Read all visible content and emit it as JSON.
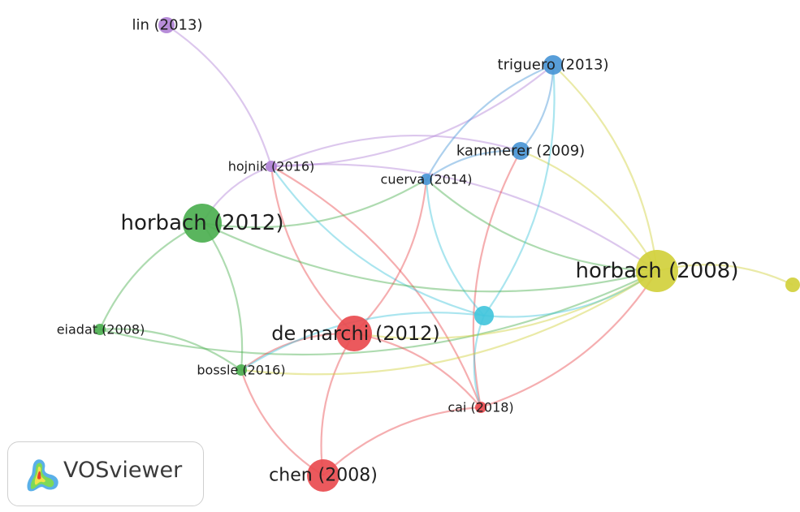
{
  "app": {
    "brand": "VOSviewer",
    "logo_icon": "vosviewer-heatmap-logo-icon"
  },
  "clusters": {
    "red": "#e94b4f",
    "green": "#4caf50",
    "blue": "#4a96d6",
    "yellow": "#d1d03c",
    "purple": "#b183d6",
    "cyan": "#43c5dc"
  },
  "nodes": [
    {
      "id": "lin2013",
      "label": "lin (2013)",
      "cluster": "purple"
    },
    {
      "id": "triguero2013",
      "label": "triguero (2013)",
      "cluster": "blue"
    },
    {
      "id": "kammerer2009",
      "label": "kammerer (2009)",
      "cluster": "blue"
    },
    {
      "id": "hojnik2016",
      "label": "hojnik (2016)",
      "cluster": "purple"
    },
    {
      "id": "cuerva2014",
      "label": "cuerva (2014)",
      "cluster": "blue"
    },
    {
      "id": "horbach2012",
      "label": "horbach (2012)",
      "cluster": "green"
    },
    {
      "id": "horbach2008",
      "label": "horbach (2008)",
      "cluster": "yellow"
    },
    {
      "id": "yellow-small",
      "label": "",
      "cluster": "yellow"
    },
    {
      "id": "eiadat2008",
      "label": "eiadat (2008)",
      "cluster": "green"
    },
    {
      "id": "demarchi2012",
      "label": "de marchi (2012)",
      "cluster": "red"
    },
    {
      "id": "cyan-node",
      "label": "",
      "cluster": "cyan"
    },
    {
      "id": "bossle2016",
      "label": "bossle (2016)",
      "cluster": "green"
    },
    {
      "id": "cai2018",
      "label": "cai (2018)",
      "cluster": "red"
    },
    {
      "id": "chen2008",
      "label": "chen (2008)",
      "cluster": "red"
    }
  ],
  "edges": [
    {
      "from": "lin2013",
      "to": "hojnik2016",
      "color": "purple"
    },
    {
      "from": "hojnik2016",
      "to": "horbach2012",
      "color": "purple"
    },
    {
      "from": "hojnik2016",
      "to": "kammerer2009",
      "color": "purple"
    },
    {
      "from": "hojnik2016",
      "to": "triguero2013",
      "color": "purple"
    },
    {
      "from": "hojnik2016",
      "to": "horbach2008",
      "color": "purple"
    },
    {
      "from": "hojnik2016",
      "to": "demarchi2012",
      "color": "red"
    },
    {
      "from": "hojnik2016",
      "to": "cai2018",
      "color": "red"
    },
    {
      "from": "hojnik2016",
      "to": "cyan-node",
      "color": "cyan"
    },
    {
      "from": "triguero2013",
      "to": "kammerer2009",
      "color": "blue"
    },
    {
      "from": "triguero2013",
      "to": "cuerva2014",
      "color": "blue"
    },
    {
      "from": "triguero2013",
      "to": "horbach2008",
      "color": "yellow"
    },
    {
      "from": "kammerer2009",
      "to": "cuerva2014",
      "color": "blue"
    },
    {
      "from": "kammerer2009",
      "to": "horbach2008",
      "color": "yellow"
    },
    {
      "from": "kammerer2009",
      "to": "cai2018",
      "color": "red"
    },
    {
      "from": "cuerva2014",
      "to": "horbach2012",
      "color": "green"
    },
    {
      "from": "cuerva2014",
      "to": "horbach2008",
      "color": "green"
    },
    {
      "from": "cuerva2014",
      "to": "demarchi2012",
      "color": "red"
    },
    {
      "from": "cuerva2014",
      "to": "cyan-node",
      "color": "cyan"
    },
    {
      "from": "triguero2013",
      "to": "cyan-node",
      "color": "cyan"
    },
    {
      "from": "horbach2012",
      "to": "eiadat2008",
      "color": "green"
    },
    {
      "from": "horbach2012",
      "to": "bossle2016",
      "color": "green"
    },
    {
      "from": "horbach2012",
      "to": "horbach2008",
      "color": "green"
    },
    {
      "from": "eiadat2008",
      "to": "bossle2016",
      "color": "green"
    },
    {
      "from": "eiadat2008",
      "to": "horbach2008",
      "color": "green"
    },
    {
      "from": "bossle2016",
      "to": "demarchi2012",
      "color": "red"
    },
    {
      "from": "bossle2016",
      "to": "chen2008",
      "color": "red"
    },
    {
      "from": "bossle2016",
      "to": "cyan-node",
      "color": "cyan"
    },
    {
      "from": "demarchi2012",
      "to": "chen2008",
      "color": "red"
    },
    {
      "from": "demarchi2012",
      "to": "cai2018",
      "color": "red"
    },
    {
      "from": "demarchi2012",
      "to": "horbach2008",
      "color": "yellow"
    },
    {
      "from": "chen2008",
      "to": "cai2018",
      "color": "red"
    },
    {
      "from": "cai2018",
      "to": "horbach2008",
      "color": "red"
    },
    {
      "from": "cai2018",
      "to": "cyan-node",
      "color": "cyan"
    },
    {
      "from": "cyan-node",
      "to": "horbach2008",
      "color": "cyan"
    },
    {
      "from": "horbach2008",
      "to": "yellow-small",
      "color": "yellow"
    },
    {
      "from": "bossle2016",
      "to": "horbach2008",
      "color": "yellow"
    }
  ]
}
